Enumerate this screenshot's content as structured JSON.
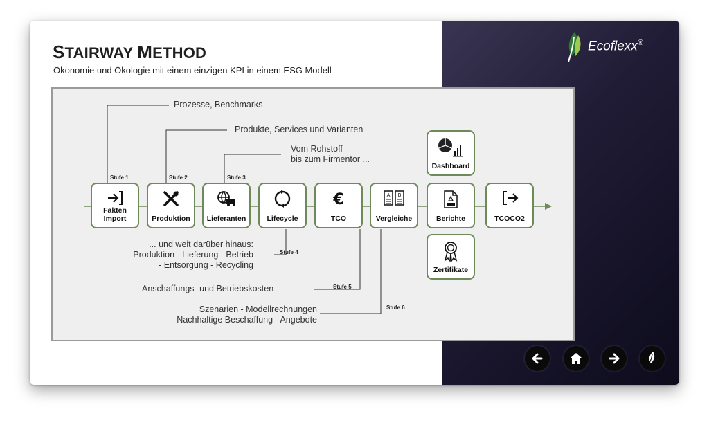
{
  "header": {
    "title_s": "S",
    "title_rest1": "TAIRWAY",
    "title_m": "M",
    "title_rest2": "ETHOD",
    "subtitle": "Ökonomie und Ökologie mit einem einzigen KPI in einem ESG Modell"
  },
  "brand": {
    "name": "Ecoflexx",
    "mark": "®"
  },
  "steps": [
    {
      "label_line1": "Fakten",
      "label_line2": "Import",
      "icon": "import-icon"
    },
    {
      "label": "Produktion",
      "icon": "tools-icon"
    },
    {
      "label": "Lieferanten",
      "icon": "supplier-truck-icon"
    },
    {
      "label": "Lifecycle",
      "icon": "cycle-icon"
    },
    {
      "label": "TCO",
      "icon": "euro-icon"
    },
    {
      "label": "Vergleiche",
      "icon": "compare-documents-icon"
    },
    {
      "label": "Berichte",
      "icon": "pdf-report-icon"
    },
    {
      "label": "TCOCO2",
      "icon": "export-icon"
    }
  ],
  "extras": [
    {
      "label": "Dashboard",
      "icon": "dashboard-chart-icon"
    },
    {
      "label": "Zertifikate",
      "icon": "certificate-ribbon-icon"
    }
  ],
  "stufen": [
    "Stufe 1",
    "Stufe 2",
    "Stufe 3",
    "Stufe 4",
    "Stufe 5",
    "Stufe 6"
  ],
  "annotations": {
    "s1": "Prozesse, Benchmarks",
    "s2": "Produkte, Services und Varianten",
    "s3_line1": "Vom Rohstoff",
    "s3_line2": "bis zum Firmentor ...",
    "s4_line1": "... und weit darüber hinaus:",
    "s4_line2": "Produktion - Lieferung - Betrieb",
    "s4_line3": "- Entsorgung - Recycling",
    "s5": "Anschaffungs- und Betriebskosten",
    "s6_line1": "Szenarien - Modellrechnungen",
    "s6_line2": "Nachhaltige Beschaffung - Angebote"
  },
  "nav": [
    "back-arrow-icon",
    "home-icon",
    "forward-arrow-icon",
    "leaf-icon"
  ],
  "colors": {
    "step_border": "#6e8a5b",
    "panel_dark": "#201c36",
    "flow_arrow": "#6e8a5b"
  }
}
